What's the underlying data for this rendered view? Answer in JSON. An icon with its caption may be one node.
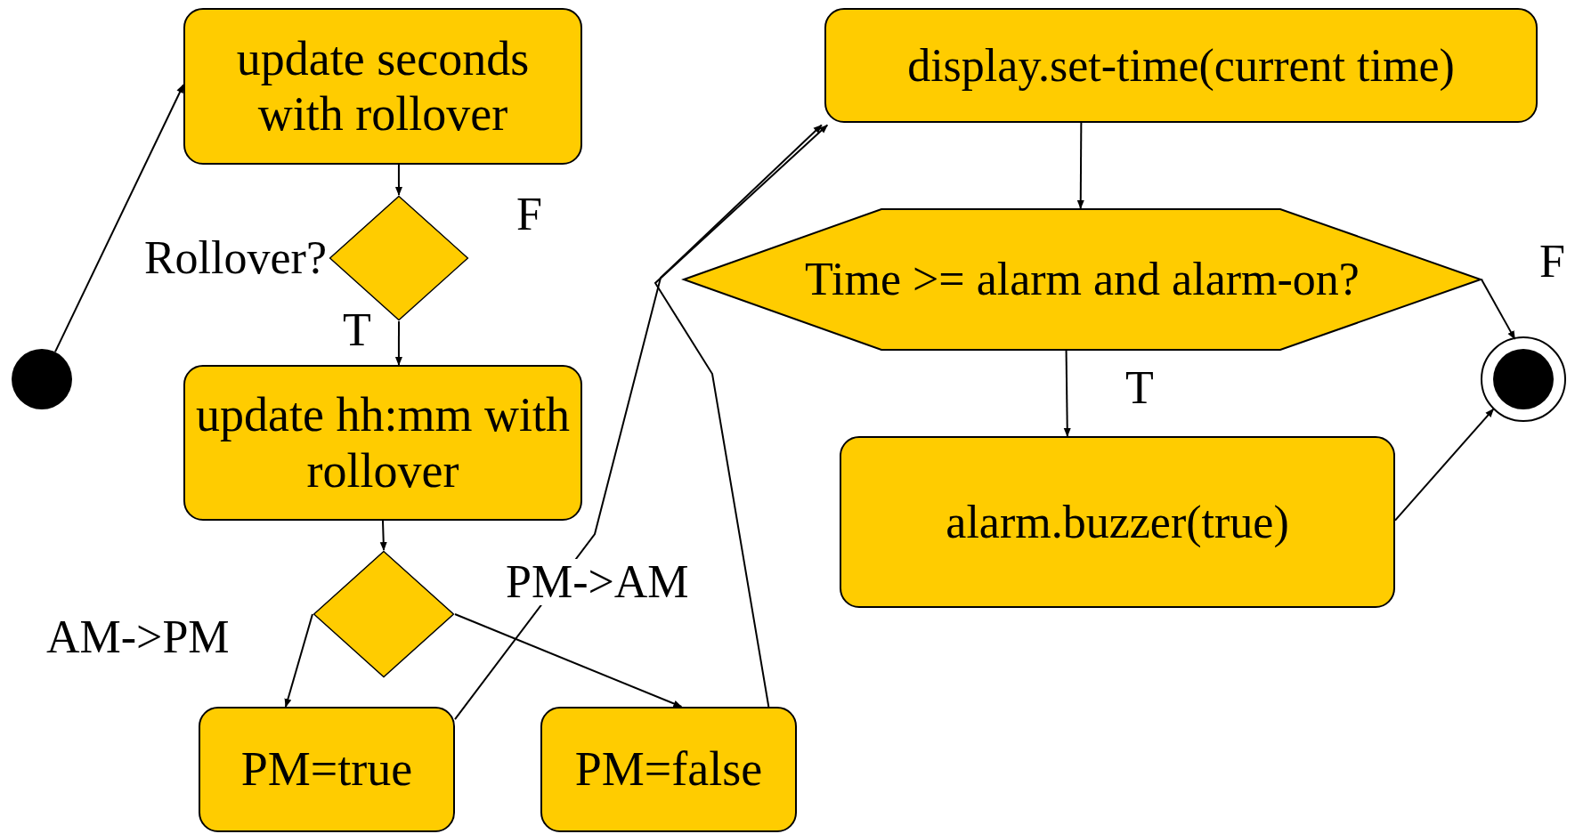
{
  "diagram": {
    "nodes": [
      {
        "text": [],
        "shape": "circle"
      },
      {
        "text": [
          "update seconds with rollover"
        ]
      },
      {
        "text": [],
        "shape": "diamond",
        "beside": [
          "Rollover?"
        ]
      },
      {
        "text": [
          "update hh:mm with rollover"
        ]
      },
      {
        "text": [],
        "shape": "diamond"
      },
      {
        "text": [
          "PM=true"
        ]
      },
      {
        "text": [
          "PM=false"
        ]
      },
      {
        "text": [
          "display.set-time(current time)"
        ]
      },
      {
        "text": [
          "Time >= alarm and alarm-on?"
        ]
      },
      {
        "text": [
          "alarm.buzzer(true)"
        ]
      },
      {
        "text": [],
        "shape": "circle"
      }
    ],
    "edges": [
      {
        "from": 0,
        "to": 1,
        "arrow": "to"
      },
      {
        "from": 1,
        "to": 2,
        "arrow": "to"
      },
      {
        "from": 2,
        "to": 3,
        "arrow": "to"
      },
      {
        "from": 3,
        "to": 4,
        "arrow": "to"
      },
      {
        "from": 4,
        "to": 5,
        "arrow": "to"
      },
      {
        "from": 4,
        "to": 6,
        "arrow": "to"
      },
      {
        "from": 5,
        "to": 7,
        "arrow": "to"
      },
      {
        "from": 6,
        "to": 7,
        "arrow": "to"
      },
      {
        "from": 7,
        "to": 8,
        "arrow": "to"
      },
      {
        "from": 8,
        "to": 10,
        "arrow": "to"
      },
      {
        "from": 8,
        "to": 9,
        "arrow": "to"
      },
      {
        "from": 9,
        "to": 10,
        "arrow": "to"
      }
    ],
    "labels": [
      "F",
      "T",
      "AM->PM",
      "PM->AM",
      "F",
      "T"
    ]
  }
}
